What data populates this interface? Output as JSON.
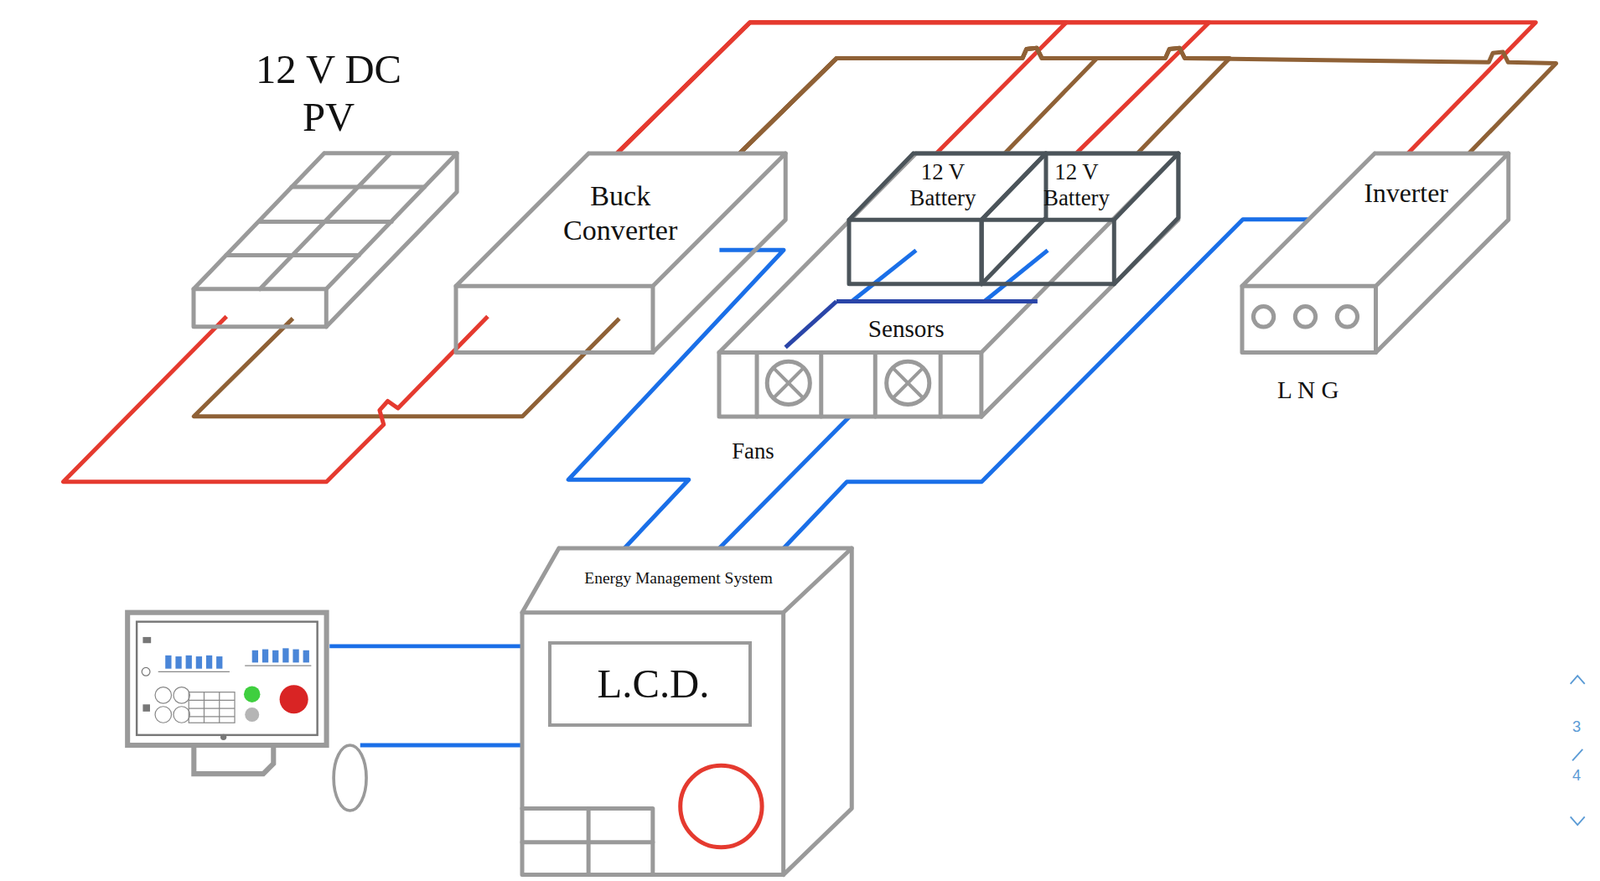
{
  "diagram": {
    "nodes": [
      {
        "text": [
          "12 V DC PV"
        ]
      },
      {
        "text": [
          "Buck Converter"
        ]
      },
      {
        "text": [
          "Sensors"
        ]
      },
      {
        "text": [
          "12 V Battery"
        ],
        "in": 2
      },
      {
        "text": [
          "12 V Battery"
        ],
        "in": 2
      },
      {
        "text": [
          "Inverter"
        ]
      },
      {
        "text": [
          "Energy Management System"
        ]
      },
      {
        "text": [
          "L.C.D."
        ],
        "in": 6
      }
    ],
    "edges": [
      {
        "from": 0,
        "to": 1,
        "arrow": "none"
      },
      {
        "from": 0,
        "to": 1,
        "arrow": "none"
      },
      {
        "from": 1,
        "to": 3,
        "arrow": "none"
      },
      {
        "from": 1,
        "to": 4,
        "arrow": "none"
      },
      {
        "from": 1,
        "to": 5,
        "arrow": "none"
      },
      {
        "from": 1,
        "to": 3,
        "arrow": "none"
      },
      {
        "from": 1,
        "to": 4,
        "arrow": "none"
      },
      {
        "from": 1,
        "to": 5,
        "arrow": "none"
      },
      {
        "from": 1,
        "to": 6,
        "arrow": "none"
      },
      {
        "from": 2,
        "to": 6,
        "arrow": "none"
      },
      {
        "from": 5,
        "to": 6,
        "arrow": "none"
      }
    ],
    "labels": [
      "Fans",
      "L N G",
      "3",
      "4"
    ]
  }
}
